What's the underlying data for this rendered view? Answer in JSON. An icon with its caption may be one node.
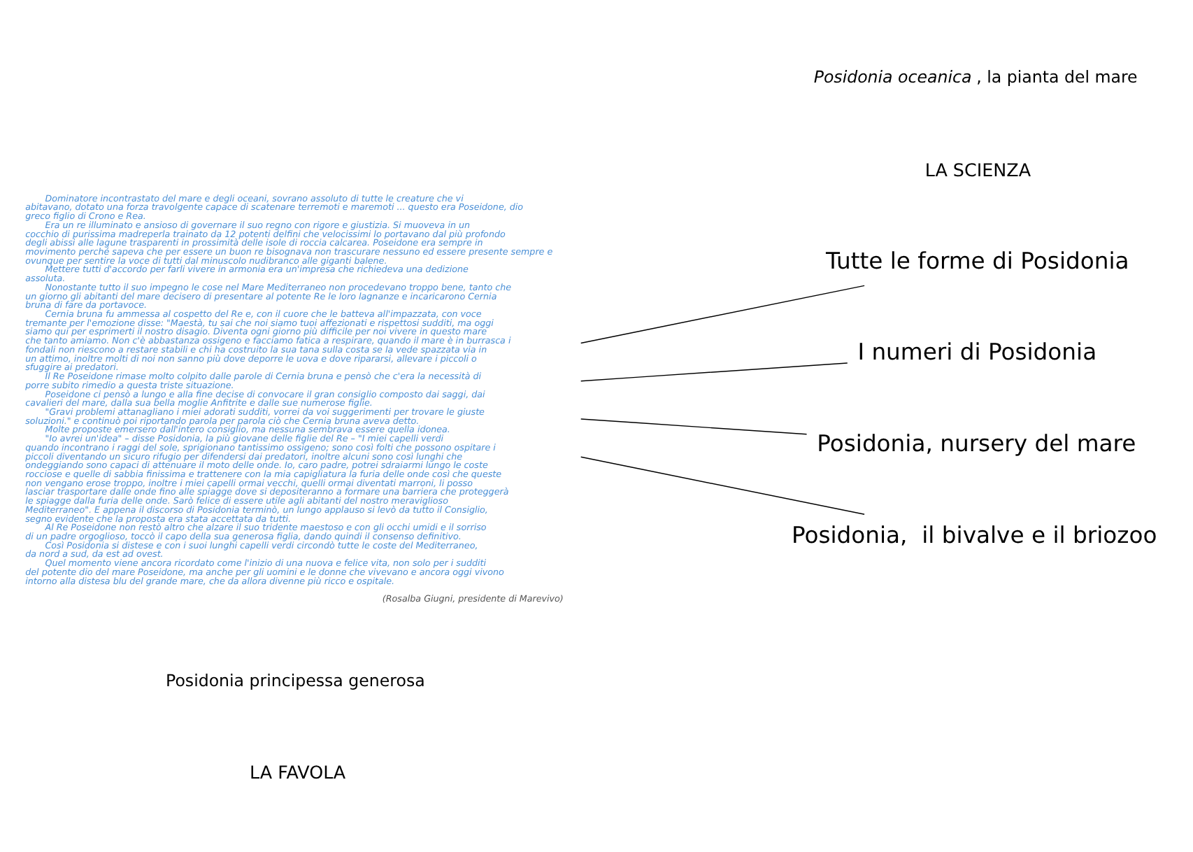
{
  "diagram": {
    "nodes": [
      {
        "text": [
          "Dominatore incontrastato del mare e degli oceani, sovrano assoluto di tutte le creature che vi abitavano, dotato una forza travolgente capace di scatenare terremoti e maremoti ... questo era Poseidone, dio greco figlio di Crono e Rea.",
          "Era un re illuminato e ansioso di governare il suo regno con rigore e giustizia. Si muoveva in un cocchio di purissima madreperla trainato da 12 potenti delfini che velocissimi lo portavano dal più profondo degli abissi alle lagune trasparenti in prossimità delle isole di roccia calcarea. Poseidone era sempre in movimento perché sapeva che per essere un buon re bisognava non trascurare nessuno ed essere presente sempre e ovunque per sentire la voce di tutti dal minuscolo nudibranco alle giganti balene.",
          "Mettere tutti d'accordo per farli vivere in armonia era un'impresa che richiedeva una dedizione assoluta.",
          "Nonostante tutto il suo impegno le cose nel Mare Mediterraneo non procedevano troppo bene, tanto che un giorno gli abitanti del mare decisero di presentare al potente Re le loro lagnanze e incaricarono Cernia bruna di fare da portavoce.",
          "Cernia bruna fu ammessa al cospetto del Re e, con il cuore che le batteva all'impazzata, con voce tremante per l'emozione disse: \"Maestà, tu sai che noi siamo tuoi affezionati e rispettosi sudditi, ma oggi siamo qui per esprimerti il nostro disagio. Diventa ogni giorno più difficile per noi vivere in questo mare che tanto amiamo. Non c'è abbastanza ossigeno e facciamo fatica a respirare, quando il mare è in burrasca i fondali non riescono a restare stabili e chi ha costruito la sua tana sulla costa se la vede spazzata via in un attimo, inoltre molti di noi non sanno più dove deporre le uova e dove ripararsi, allevare i piccoli o sfuggire ai predatori.",
          "Il Re Poseidone rimase molto colpito dalle parole di Cernia bruna e pensò che c'era la necessità di porre subito rimedio a questa triste situazione.",
          "Poseidone ci pensò a lungo e alla fine decise di convocare il gran consiglio composto dai saggi, dai cavalieri del mare, dalla sua bella moglie Anfitrite e dalle sue numerose figlie.",
          "\"Gravi problemi attanagliano i miei adorati sudditi, vorrei da voi suggerimenti per trovare le giuste soluzioni.\" e continuò poi riportando parola per parola ciò che Cernia bruna aveva detto.",
          "Molte proposte emersero dall'intero consiglio, ma nessuna sembrava essere quella idonea.",
          "\"Io avrei un'idea\" – disse Posidonia, la più giovane delle figlie del Re – \"I miei capelli verdi quando incontrano i raggi del sole, sprigionano tantissimo ossigeno; sono così folti che possono ospitare i piccoli diventando un sicuro rifugio per difendersi dai predatori, inoltre alcuni sono così lunghi che ondeggiando sono capaci di attenuare il moto delle onde. Io, caro padre, potrei sdraiarmi lungo le coste rocciose e quelle di sabbia finissima e trattenere con la mia capigliatura la furia delle onde così che queste non vengano erose troppo, inoltre i miei capelli ormai vecchi, quelli ormai diventati marroni, li posso lasciar trasportare dalle onde fino alle spiagge dove si depositeranno a formare una barriera che proteggerà le spiagge dalla furia delle onde. Sarò felice di essere utile agli abitanti del nostro meraviglioso Mediterraneo\". E appena il discorso di Posidonia terminò, un lungo applauso si levò da tutto il Consiglio, segno evidente che la proposta era stata accettata da tutti.",
          "Al Re Poseidone non restò altro che alzare il suo tridente maestoso e con gli occhi umidi e il sorriso di un padre orgoglioso, toccò il capo della sua generosa figlia, dando quindi il consenso definitivo.",
          "Così Posidonia si distese e con i suoi lunghi capelli verdi circondò tutte le coste del Mediterraneo, da nord a sud, da est ad ovest.",
          "Quel momento viene ancora ricordato come l'inizio di una nuova e felice vita, non solo per i sudditi del potente dio del mare Poseidone, ma anche per gli uomini e le donne che vivevano e ancora oggi vivono intorno alla distesa blu del grande mare, che da allora divenne più ricco e ospitale.",
          "(Rosalba Giugni, presidente di Marevivo)"
        ]
      },
      {
        "text": [
          "Tutte le forme di Posidonia"
        ]
      },
      {
        "text": [
          "I numeri di Posidonia"
        ]
      },
      {
        "text": [
          "Posidonia, nursery del mare"
        ]
      },
      {
        "text": [
          "Posidonia,  il bivalve e il briozoo"
        ]
      }
    ],
    "edges": [
      {
        "from": 0,
        "to": 1,
        "arrow": "none"
      },
      {
        "from": 0,
        "to": 2,
        "arrow": "none"
      },
      {
        "from": 0,
        "to": 3,
        "arrow": "none"
      },
      {
        "from": 0,
        "to": 4,
        "arrow": "none"
      }
    ],
    "labels": [
      "LA FAVOLA",
      "LA SCIENZA",
      "Posidonia principessa generosa",
      "*Posidonia oceanica*, la pianta del mare"
    ]
  }
}
